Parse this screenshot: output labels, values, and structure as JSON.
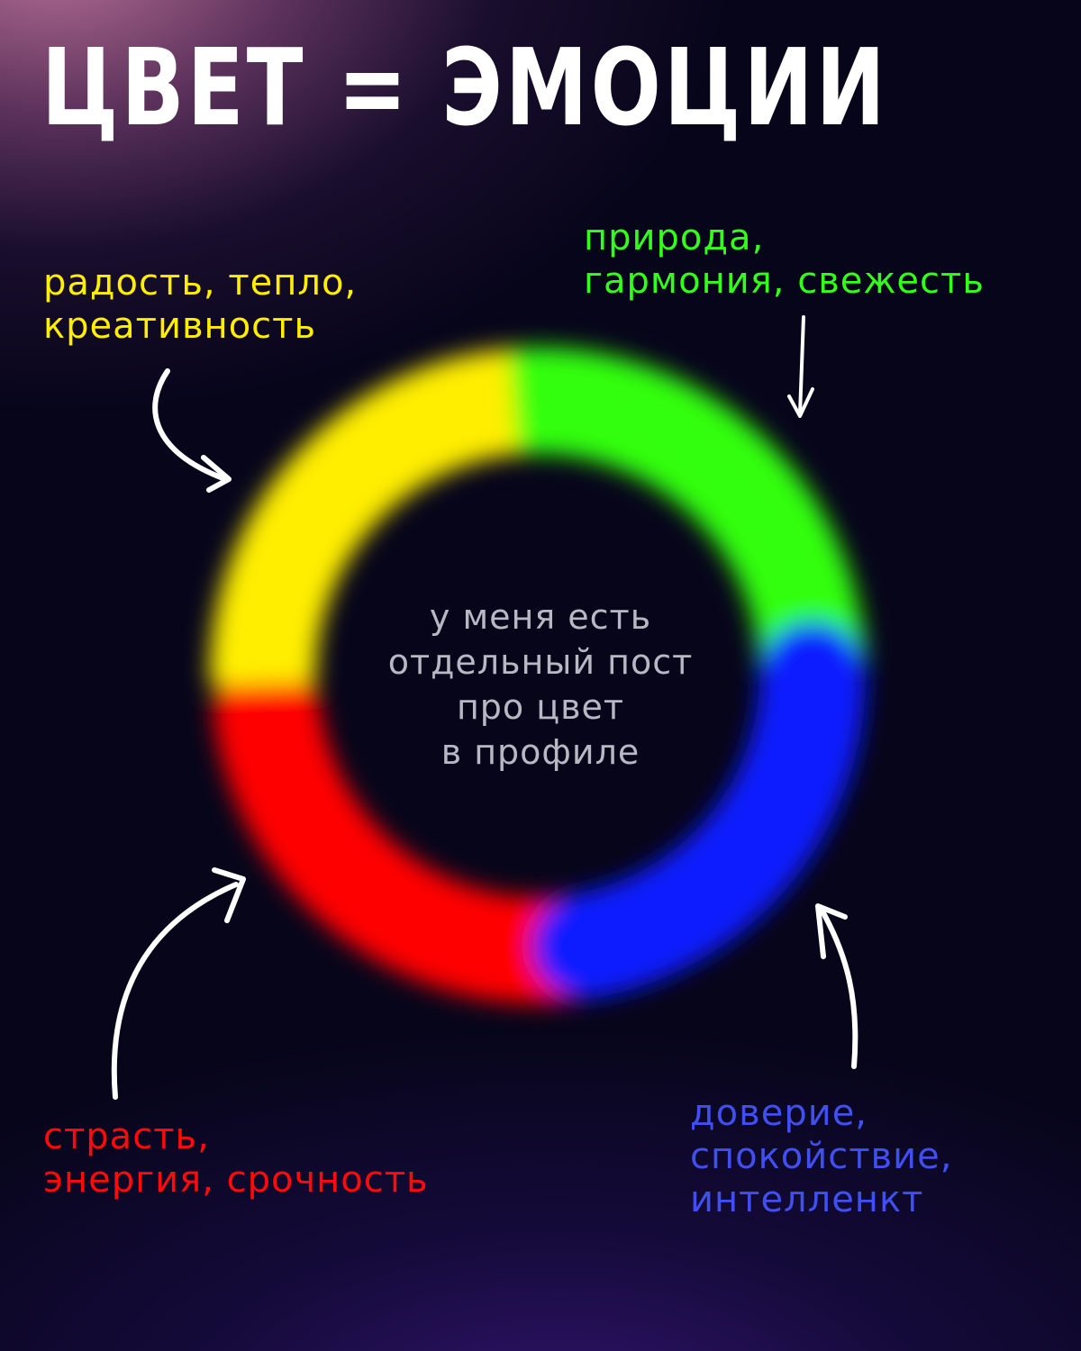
{
  "title": "ЦВЕТ = ЭМОЦИИ",
  "center_note": {
    "lines": [
      "у меня есть",
      "отдельный пост",
      "про цвет",
      "в профиле"
    ]
  },
  "segments": [
    {
      "id": "yellow",
      "color": "#ffee00",
      "label_lines": [
        "радость, тепло,",
        "креативность"
      ]
    },
    {
      "id": "green",
      "color": "#33ff0d",
      "label_lines": [
        "природа,",
        "гармония, свежесть"
      ]
    },
    {
      "id": "red",
      "color": "#ff0000",
      "label_lines": [
        "страсть,",
        "энергия, срочность"
      ]
    },
    {
      "id": "blue",
      "color": "#0a1aff",
      "label_lines": [
        "доверие,",
        "спокойствие,",
        "интелленкт"
      ]
    }
  ],
  "colors": {
    "background": "#07051a",
    "title": "#ffffff",
    "center_text": "#b8b8c4",
    "arrow": "#ffffff",
    "yellow_text": "#ffee00",
    "green_text": "#33ff1a",
    "red_text": "#ff0a0a",
    "blue_text": "#3f4ff0"
  }
}
